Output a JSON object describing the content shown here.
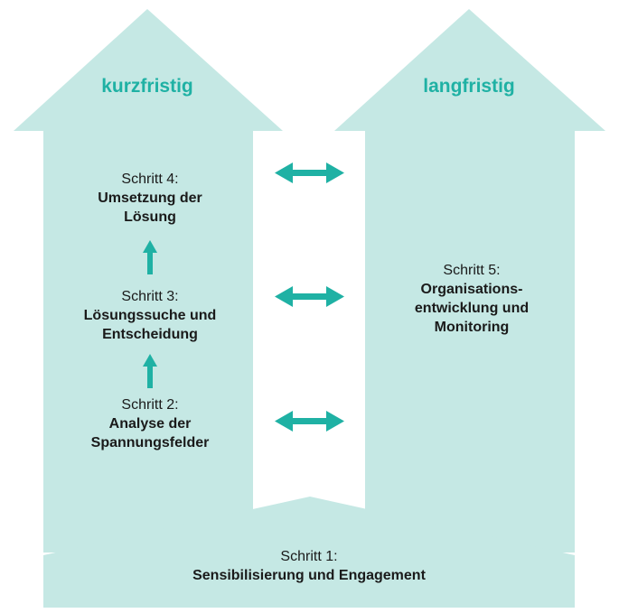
{
  "colors": {
    "shape_fill": "#c5e8e4",
    "accent": "#1fb1a4",
    "text": "#1a1a1a",
    "background": "#ffffff"
  },
  "headings": {
    "left": "kurzfristig",
    "right": "langfristig"
  },
  "steps": {
    "step1": {
      "number": "Schritt 1:",
      "title": "Sensibilisierung und Engagement"
    },
    "step2": {
      "number": "Schritt 2:",
      "title": "Analyse der Spannungsfelder"
    },
    "step3": {
      "number": "Schritt 3:",
      "title": "Lösungssuche und Entscheidung"
    },
    "step4": {
      "number": "Schritt 4:",
      "title": "Umsetzung der Lösung"
    },
    "step5": {
      "number": "Schritt 5:",
      "title": "Organisations-entwicklung und Monitoring"
    }
  },
  "icons": {
    "up_arrow": "arrow-up-icon",
    "double_arrow": "double-arrow-icon"
  }
}
